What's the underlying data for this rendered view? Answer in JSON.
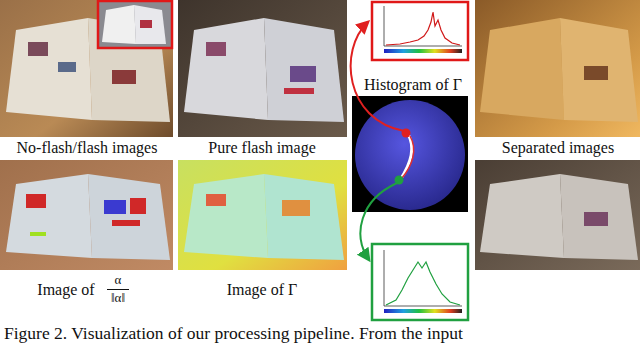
{
  "diagram": {
    "caption": "Figure 2. Visualization of our processing pipeline. From the input",
    "labels": [
      "No-flash/flash images",
      "Pure flash image",
      "Histogram of Γ",
      "Separated images",
      "Image of",
      "α",
      "‖α‖",
      "Image of Γ"
    ]
  }
}
